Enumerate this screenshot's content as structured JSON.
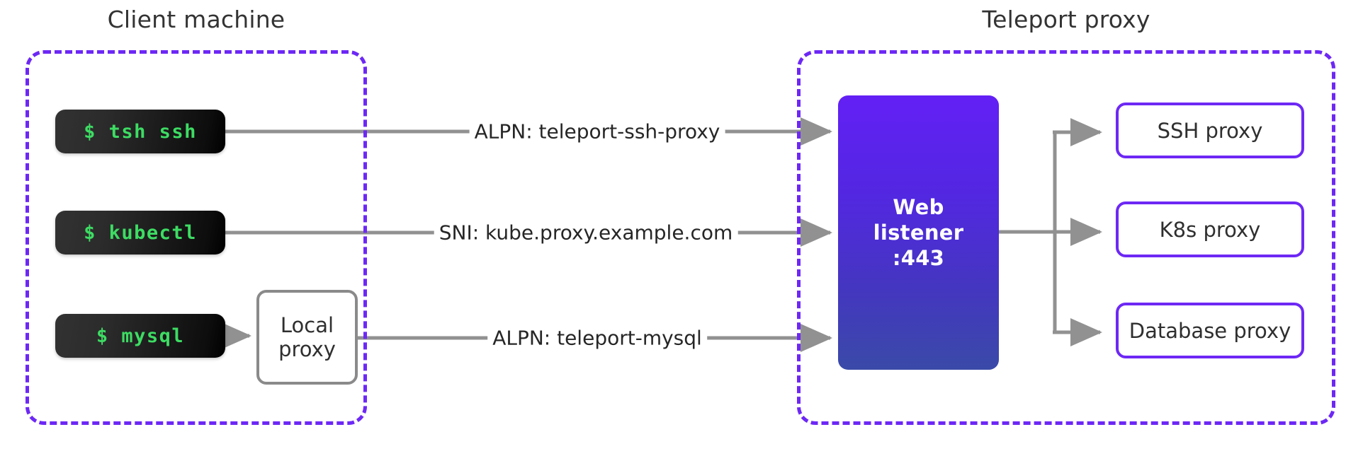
{
  "diagram": {
    "title": "Teleport TLS routing: client machine to Teleport proxy",
    "accent_purple": "#6d28f5",
    "connector_gray": "#919191",
    "terminal_green": "#3ddc63",
    "listener_gradient_top": "#6320f5",
    "listener_gradient_bottom": "#3a4aa8"
  },
  "groups": {
    "client": {
      "title": "Client machine"
    },
    "proxy": {
      "title": "Teleport proxy"
    }
  },
  "client_commands": [
    {
      "label": "$ tsh ssh"
    },
    {
      "label": "$ kubectl"
    },
    {
      "label": "$ mysql"
    }
  ],
  "local_proxy": {
    "line1": "Local",
    "line2": "proxy"
  },
  "edges": [
    {
      "label": "ALPN: teleport-ssh-proxy"
    },
    {
      "label": "SNI: kube.proxy.example.com"
    },
    {
      "label": "ALPN: teleport-mysql"
    }
  ],
  "listener": {
    "line1": "Web",
    "line2": "listener",
    "line3": ":443"
  },
  "proxies": [
    {
      "label": "SSH proxy"
    },
    {
      "label": "K8s proxy"
    },
    {
      "label": "Database proxy"
    }
  ]
}
